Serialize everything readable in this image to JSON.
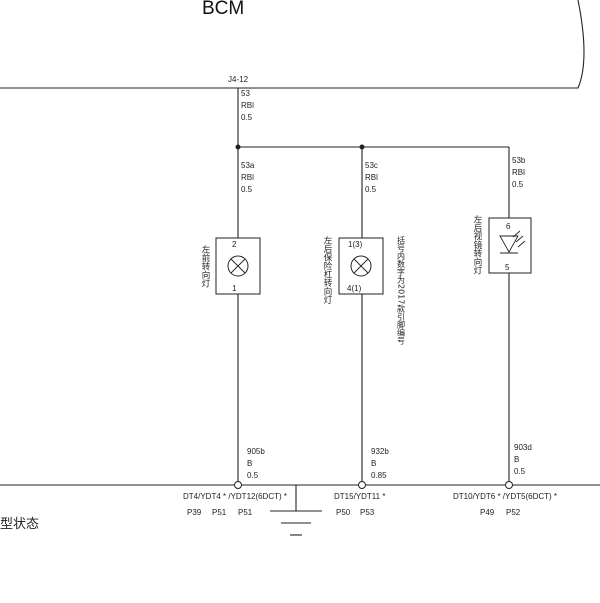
{
  "module": {
    "name": "BCM",
    "connector": "J4-12"
  },
  "bcm_wire": {
    "num": "53",
    "color": "RBl",
    "size": "0.5"
  },
  "branches": [
    {
      "top": {
        "num": "53a",
        "color": "RBl",
        "size": "0.5"
      },
      "bottom": {
        "num": "905b",
        "color": "B",
        "size": "0.5"
      },
      "lamp_label": "左前转向灯",
      "pins": [
        "2",
        "1"
      ],
      "conn_text": "DT4/YDT4 * /YDT12(6DCT) *",
      "pos_text": [
        "P39",
        "P51",
        "P51"
      ]
    },
    {
      "top": {
        "num": "53c",
        "color": "RBl",
        "size": "0.5"
      },
      "bottom": {
        "num": "932b",
        "color": "B",
        "size": "0.85"
      },
      "lamp_label": "左后保险杠转向灯",
      "pins": [
        "1(3)",
        "4(1)"
      ],
      "note": "括号内数字为2017款引脚编号",
      "conn_text": "DT15/YDT11 *",
      "pos_text": [
        "P50",
        "P53"
      ]
    },
    {
      "top": {
        "num": "53b",
        "color": "RBl",
        "size": "0.5"
      },
      "bottom": {
        "num": "903d",
        "color": "B",
        "size": "0.5"
      },
      "lamp_label": "左后视镜转向灯",
      "pins": [
        "6",
        "5"
      ],
      "conn_text": "DT10/YDT6 * /YDT5(6DCT) *",
      "pos_text": [
        "P49",
        "P52"
      ]
    }
  ],
  "side_text": "型状态"
}
